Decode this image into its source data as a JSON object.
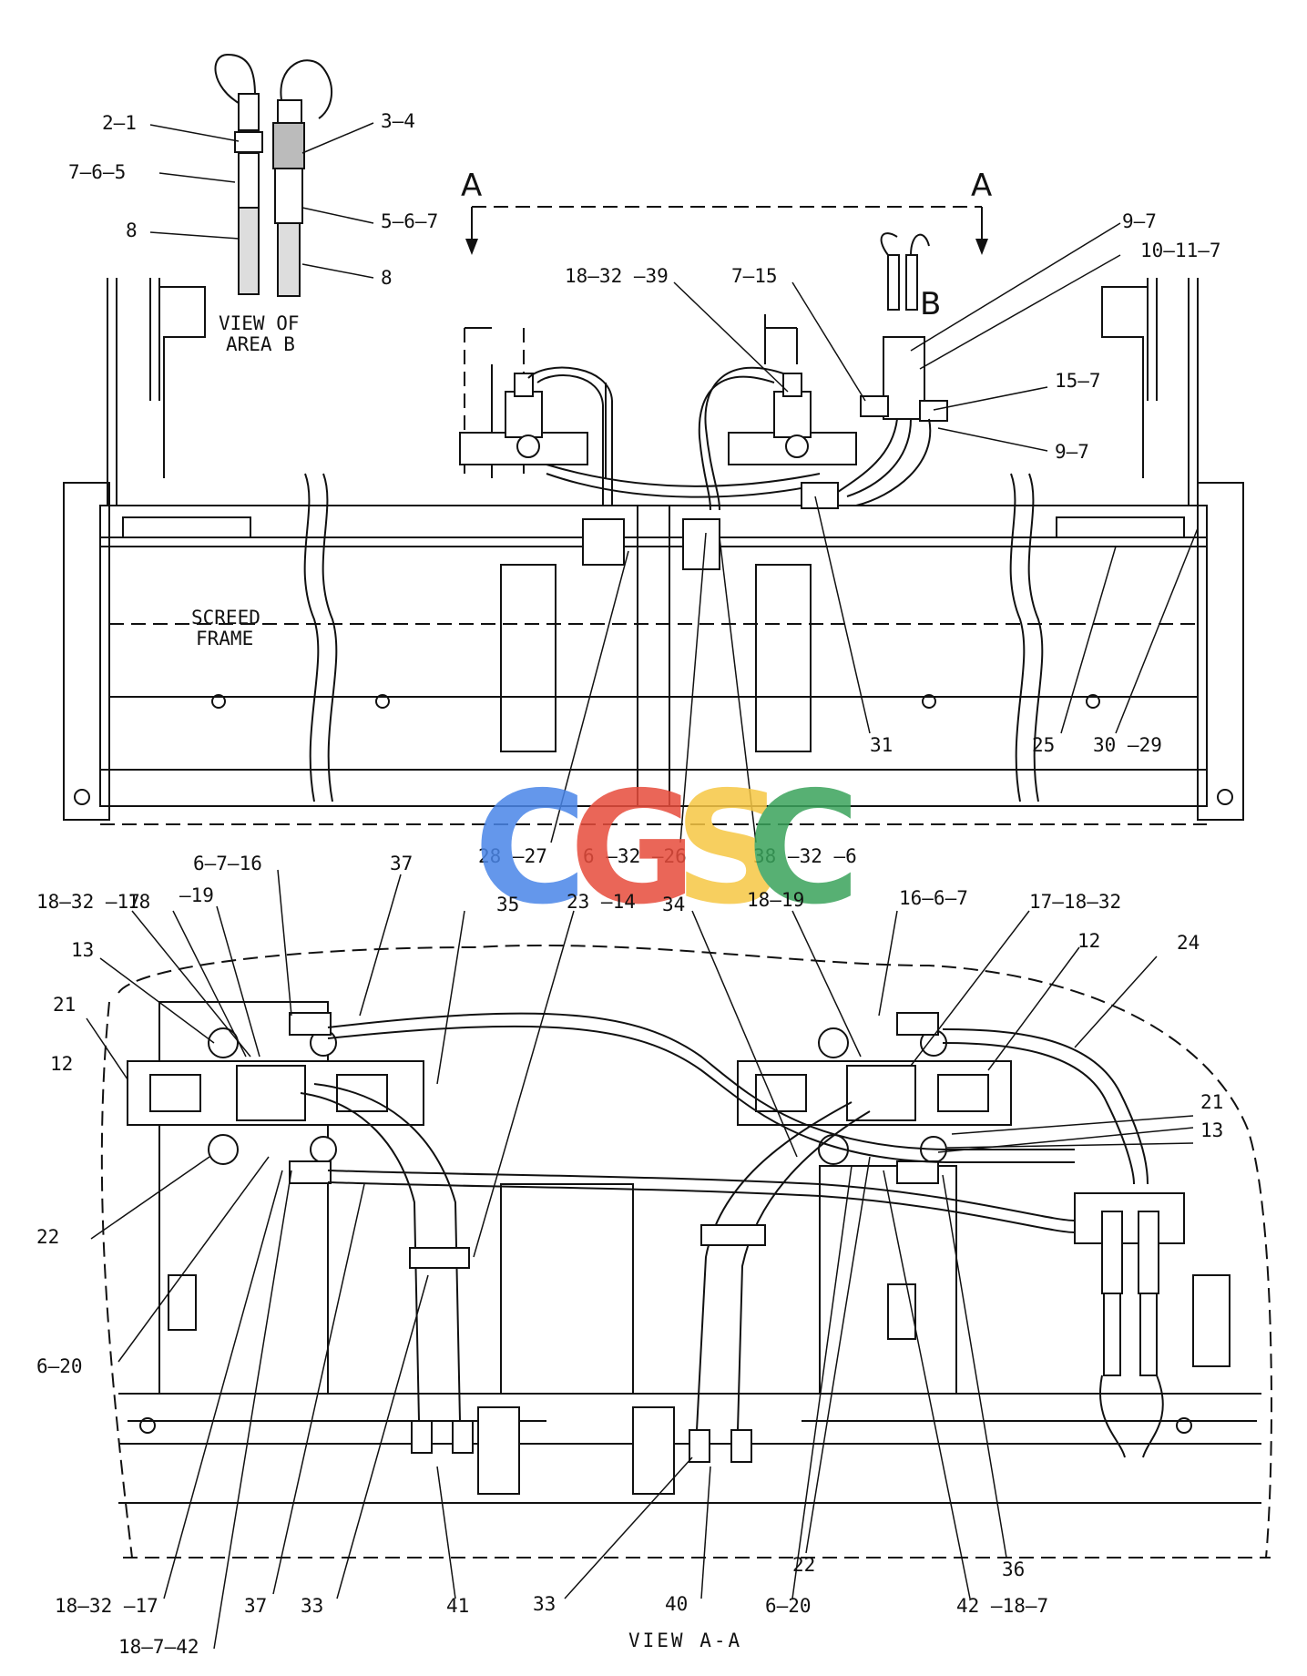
{
  "view_of_area_b": [
    "VIEW OF",
    "AREA B"
  ],
  "screed_frame": [
    "SCREED",
    "FRAME"
  ],
  "section_marks": {
    "left": "A",
    "right": "A",
    "area": "B"
  },
  "view_aa_title": "VIEW A-A",
  "watermark": {
    "letters": [
      "C",
      "G",
      "S",
      "C"
    ],
    "colors": [
      "#4a86e8",
      "#e74c3c",
      "#f6c744",
      "#3aa35b"
    ]
  },
  "callouts_top": [
    {
      "id": "c-2-1",
      "text": "2–1"
    },
    {
      "id": "c-3-4",
      "text": "3–4"
    },
    {
      "id": "c-7-6-5",
      "text": "7–6–5"
    },
    {
      "id": "c-5-6-7",
      "text": "5–6–7"
    },
    {
      "id": "c-8a",
      "text": "8"
    },
    {
      "id": "c-8b",
      "text": "8"
    },
    {
      "id": "c-9-7a",
      "text": "9–7"
    },
    {
      "id": "c-10-11-7",
      "text": "10–11–7"
    },
    {
      "id": "c-18-32-39",
      "text": "18–32 –39"
    },
    {
      "id": "c-7-15",
      "text": "7–15"
    },
    {
      "id": "c-15-7",
      "text": "15–7"
    },
    {
      "id": "c-9-7b",
      "text": "9–7"
    },
    {
      "id": "c-31",
      "text": "31"
    },
    {
      "id": "c-25",
      "text": "25"
    },
    {
      "id": "c-30-29",
      "text": "30 –29"
    },
    {
      "id": "c-28-27",
      "text": "28 –27"
    },
    {
      "id": "c-6-32-26",
      "text": "6 –32 –26"
    },
    {
      "id": "c-38-32-6",
      "text": "38 –32 –6"
    }
  ],
  "callouts_bottom": [
    {
      "id": "d-6-7-16",
      "text": "6–7–16"
    },
    {
      "id": "d-37a",
      "text": "37"
    },
    {
      "id": "d-18-32-17",
      "text": "18–32 –17"
    },
    {
      "id": "d-18",
      "text": "18"
    },
    {
      "id": "d-19",
      "text": "–19"
    },
    {
      "id": "d-35",
      "text": "35"
    },
    {
      "id": "d-23-14",
      "text": "23 –14"
    },
    {
      "id": "d-34",
      "text": "34"
    },
    {
      "id": "d-18-19",
      "text": "18–19"
    },
    {
      "id": "d-16-6-7",
      "text": "16–6–7"
    },
    {
      "id": "d-17-18-32",
      "text": "17–18–32"
    },
    {
      "id": "d-13a",
      "text": "13"
    },
    {
      "id": "d-12a",
      "text": "12"
    },
    {
      "id": "d-24",
      "text": "24"
    },
    {
      "id": "d-21a",
      "text": "21"
    },
    {
      "id": "d-12b",
      "text": "12"
    },
    {
      "id": "d-21b",
      "text": "21"
    },
    {
      "id": "d-13b",
      "text": "13"
    },
    {
      "id": "d-22a",
      "text": "22"
    },
    {
      "id": "d-6-20a",
      "text": "6–20"
    },
    {
      "id": "d-18-32-17b",
      "text": "18–32 –17"
    },
    {
      "id": "d-18-7-42",
      "text": "18–7–42"
    },
    {
      "id": "d-37b",
      "text": "37"
    },
    {
      "id": "d-33a",
      "text": "33"
    },
    {
      "id": "d-41",
      "text": "41"
    },
    {
      "id": "d-33b",
      "text": "33"
    },
    {
      "id": "d-40",
      "text": "40"
    },
    {
      "id": "d-6-20b",
      "text": "6–20"
    },
    {
      "id": "d-22b",
      "text": "22"
    },
    {
      "id": "d-42-18-7",
      "text": "42 –18–7"
    },
    {
      "id": "d-36",
      "text": "36"
    }
  ]
}
